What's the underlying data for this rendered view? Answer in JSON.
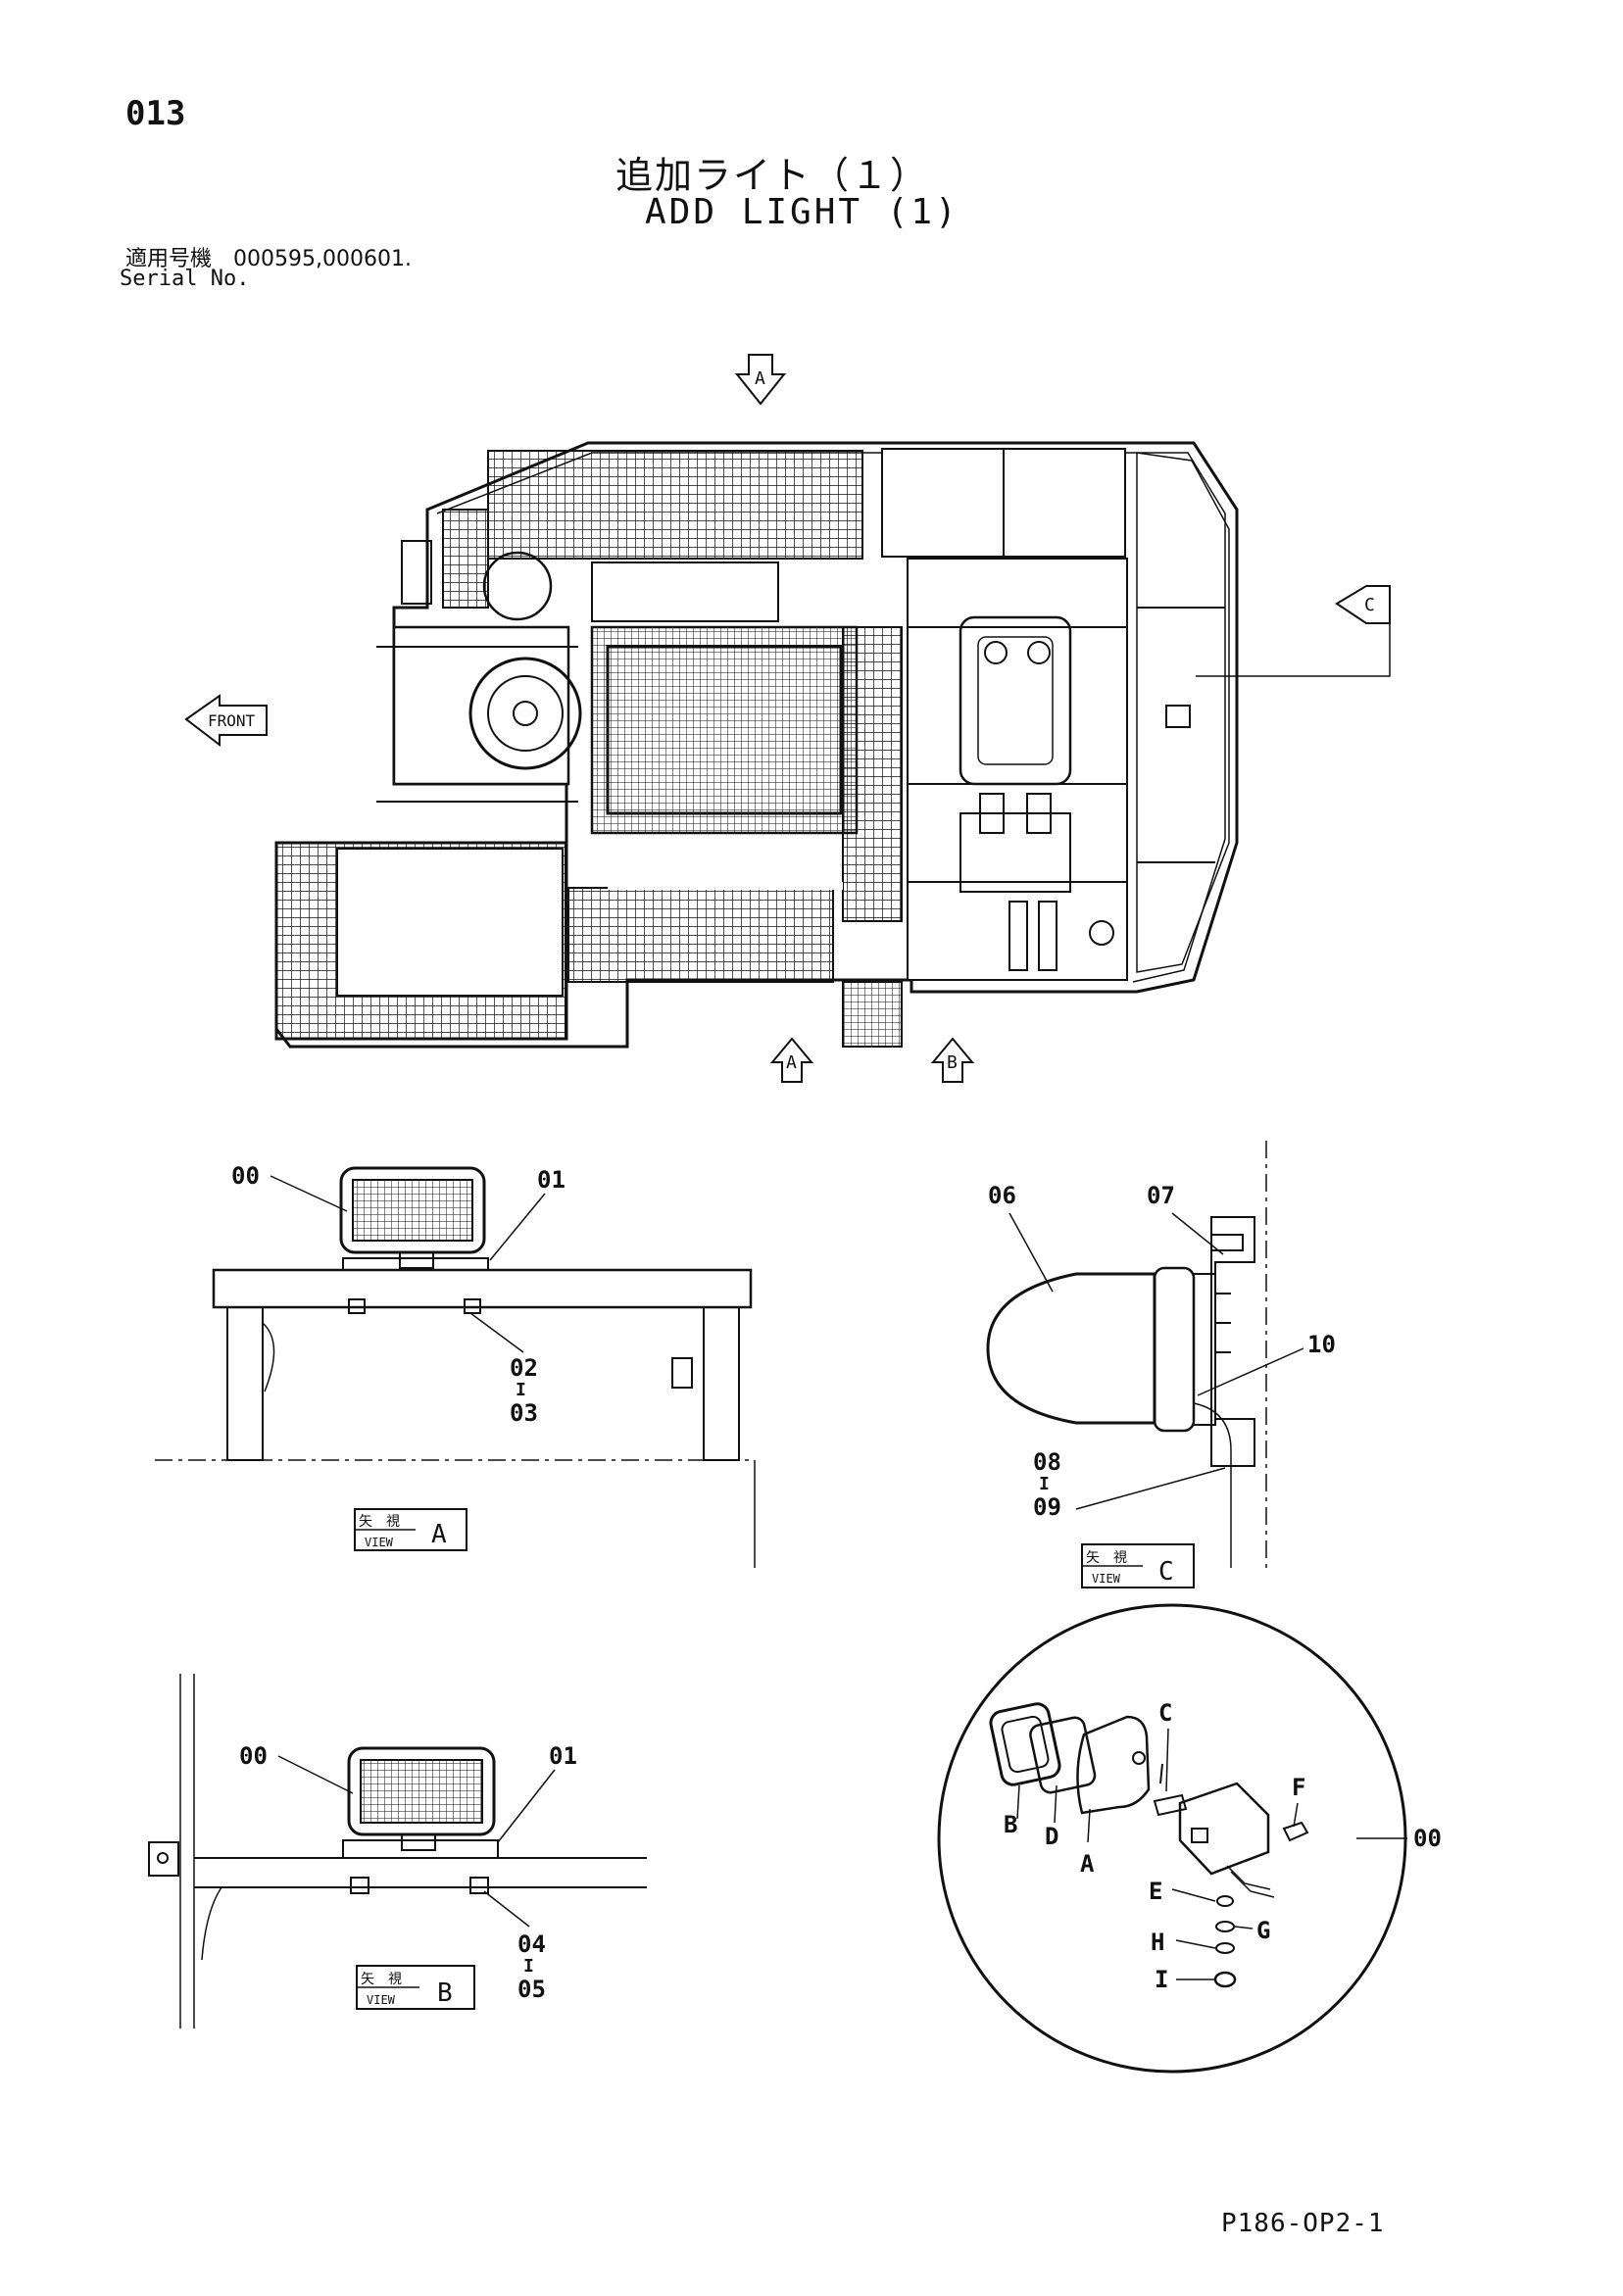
{
  "header": {
    "page_number": "013",
    "title_ja": "追加ライト（１）",
    "title_en": "ADD LIGHT (1)",
    "serial_ja": "適用号機　000595,000601.",
    "serial_label": "Serial No."
  },
  "overview": {
    "front_label": "FRONT",
    "arrow_a_top": "A",
    "arrow_a_bottom": "A",
    "arrow_b": "B",
    "arrow_c": "C"
  },
  "view_a": {
    "caption_ja": "矢　視",
    "caption_en": "VIEW",
    "letter": "A",
    "callouts": {
      "lamp": "00",
      "bracket": "01",
      "bolt": "02",
      "dash": "I",
      "nut": "03"
    }
  },
  "view_b": {
    "caption_ja": "矢　視",
    "caption_en": "VIEW",
    "letter": "B",
    "callouts": {
      "lamp": "00",
      "bracket": "01",
      "bolt": "04",
      "dash": "I",
      "nut": "05"
    }
  },
  "view_c": {
    "caption_ja": "矢　視",
    "caption_en": "VIEW",
    "letter": "C",
    "callouts": {
      "beacon": "06",
      "bracket": "07",
      "clamp": "10",
      "bolt": "08",
      "dash": "I",
      "nut": "09"
    }
  },
  "exploded": {
    "assembly": "00",
    "parts": {
      "A": "A",
      "B": "B",
      "C": "C",
      "D": "D",
      "E": "E",
      "F": "F",
      "G": "G",
      "H": "H",
      "I": "I"
    }
  },
  "footer": {
    "doc_code": "P186-OP2-1"
  },
  "colors": {
    "ink": "#111111",
    "paper": "#ffffff"
  }
}
